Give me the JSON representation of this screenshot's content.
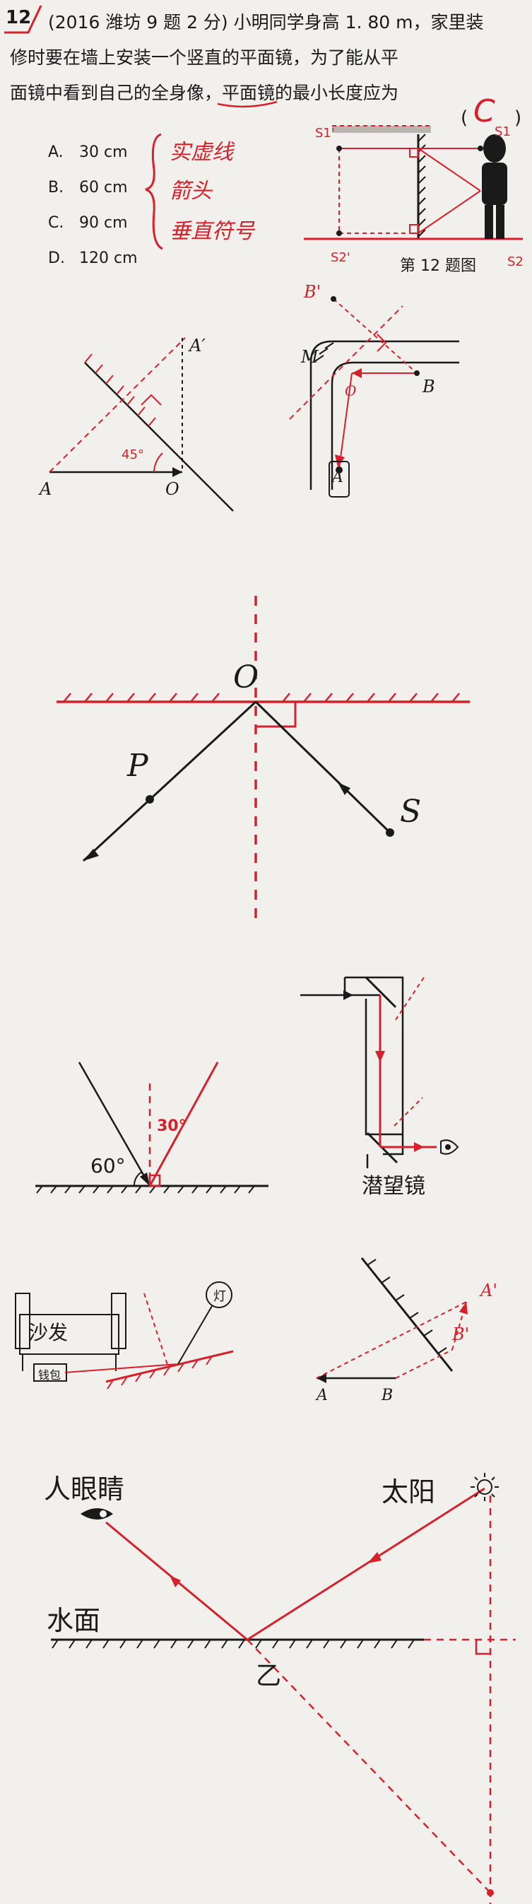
{
  "question": {
    "number": "12",
    "line1": "(2016 潍坊 9 题 2 分) 小明同学身高 1. 80 m，家里装",
    "line2": "修时要在墙上安装一个竖直的平面镜，为了能从平",
    "line3": "面镜中看到自己的全身像，平面镜的最小长度应为",
    "answer_paren_open": "(",
    "answer": "C",
    "answer_paren_close": ")",
    "options": [
      {
        "label": "A.",
        "text": "30 cm"
      },
      {
        "label": "B.",
        "text": "60 cm"
      },
      {
        "label": "C.",
        "text": "90 cm"
      },
      {
        "label": "D.",
        "text": "120 cm"
      }
    ],
    "notes": [
      "实虚线",
      "箭头",
      "垂直符号"
    ],
    "figure_caption": "第 12 题图",
    "figure_labels": {
      "s1p": "S1'",
      "s1": "S1",
      "s2p": "S2'",
      "s2": "S2"
    }
  },
  "panel2": {
    "left_labels": {
      "A": "A",
      "A_prime": "A′",
      "O": "O",
      "angle": "45°"
    },
    "right_labels": {
      "B_prime": "B'",
      "M": "M",
      "B": "B",
      "O": "O",
      "A": "A"
    }
  },
  "panel3": {
    "O": "O",
    "P": "P",
    "S": "S"
  },
  "panel4": {
    "angle60": "60°",
    "angle30": "30°",
    "periscope": "潜望镜"
  },
  "panel5": {
    "sofa": "沙发",
    "wallet": "钱包",
    "lamp": "灯",
    "A": "A",
    "B": "B",
    "A_prime": "A'",
    "B_prime": "B'"
  },
  "panel6": {
    "sun": "太阳",
    "eye": "人眼睛",
    "water": "水面",
    "yi": "乙"
  }
}
